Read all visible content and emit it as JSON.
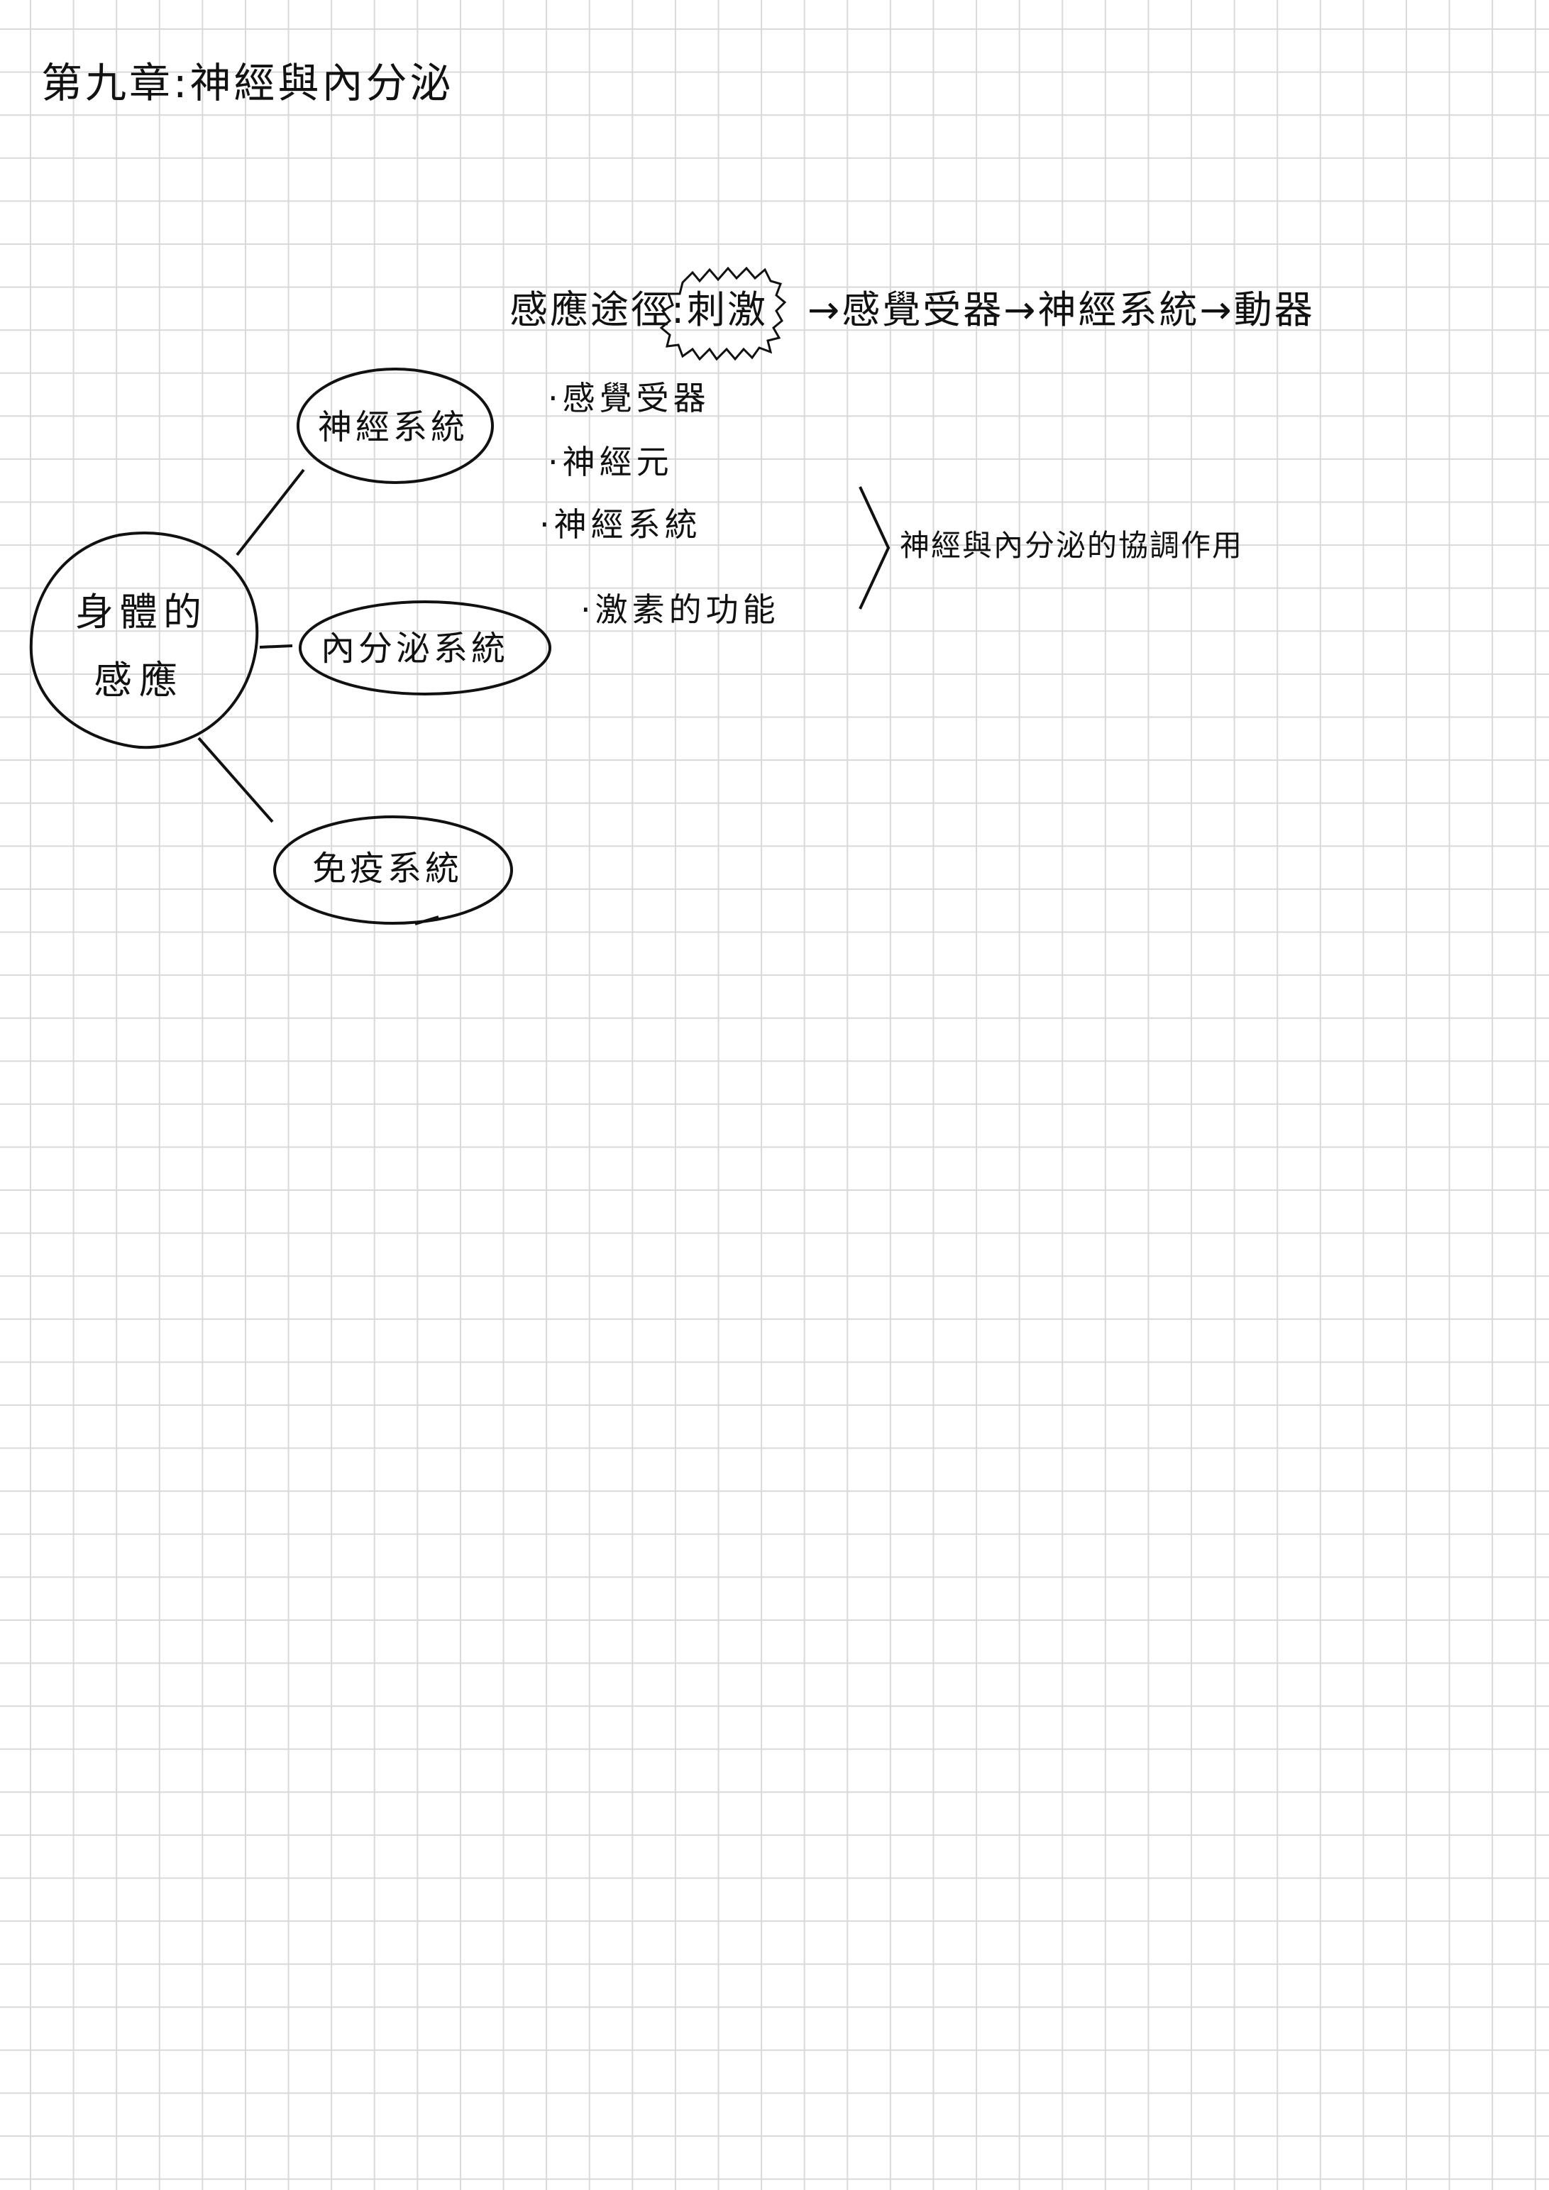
{
  "title": "第九章:神經與內分泌",
  "pathway": {
    "label": "感應途徑:",
    "stimulus": "刺激",
    "rest": "→感覺受器→神經系統→動器"
  },
  "bullets": [
    "·感覺受器",
    "·神經元",
    "·神經系統",
    "·激素的功能"
  ],
  "coordination": "神經與內分泌的協調作用",
  "center": {
    "line1": "身體的",
    "line2": "感應"
  },
  "branches": {
    "nervous": "神經系統",
    "endocrine": "內分泌系統",
    "immune": "免疫系統"
  }
}
